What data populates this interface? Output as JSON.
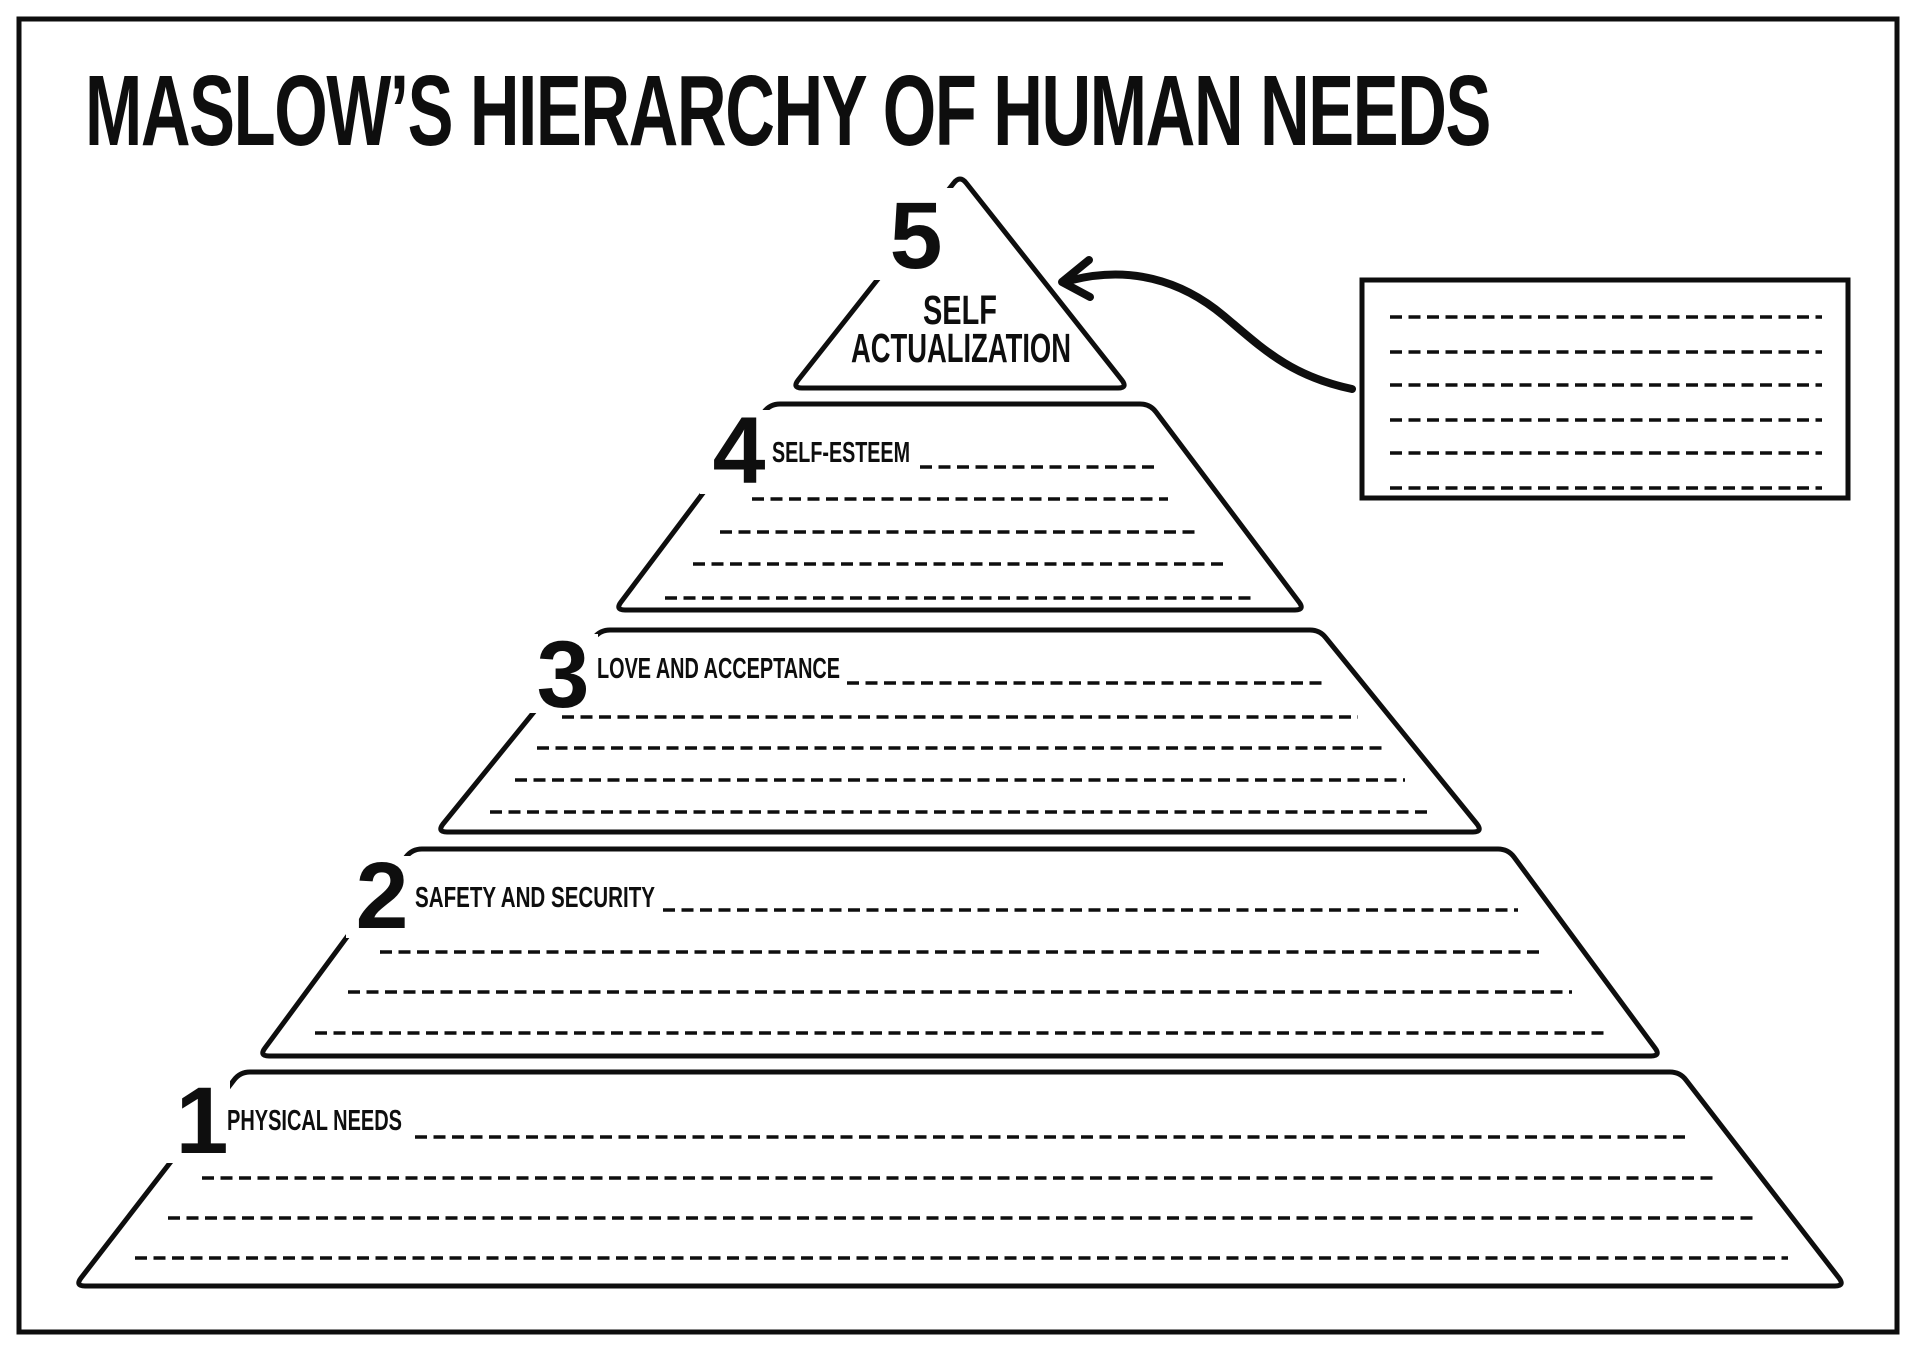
{
  "page": {
    "title": "MASLOW’S HIERARCHY OF HUMAN NEEDS",
    "ink_color": "#0e0e0e",
    "background_color": "#ffffff"
  },
  "pyramid": {
    "levels": [
      {
        "number": "5",
        "label_lines": [
          "SELF",
          "ACTUALIZATION"
        ],
        "writing_lines": 0
      },
      {
        "number": "4",
        "label": "SELF-ESTEEM",
        "writing_lines": 5
      },
      {
        "number": "3",
        "label": "LOVE AND ACCEPTANCE",
        "writing_lines": 5
      },
      {
        "number": "2",
        "label": "SAFETY AND SECURITY",
        "writing_lines": 4
      },
      {
        "number": "1",
        "label": "PHYSICAL NEEDS",
        "writing_lines": 4
      }
    ]
  },
  "notes_box": {
    "writing_lines": 6
  }
}
